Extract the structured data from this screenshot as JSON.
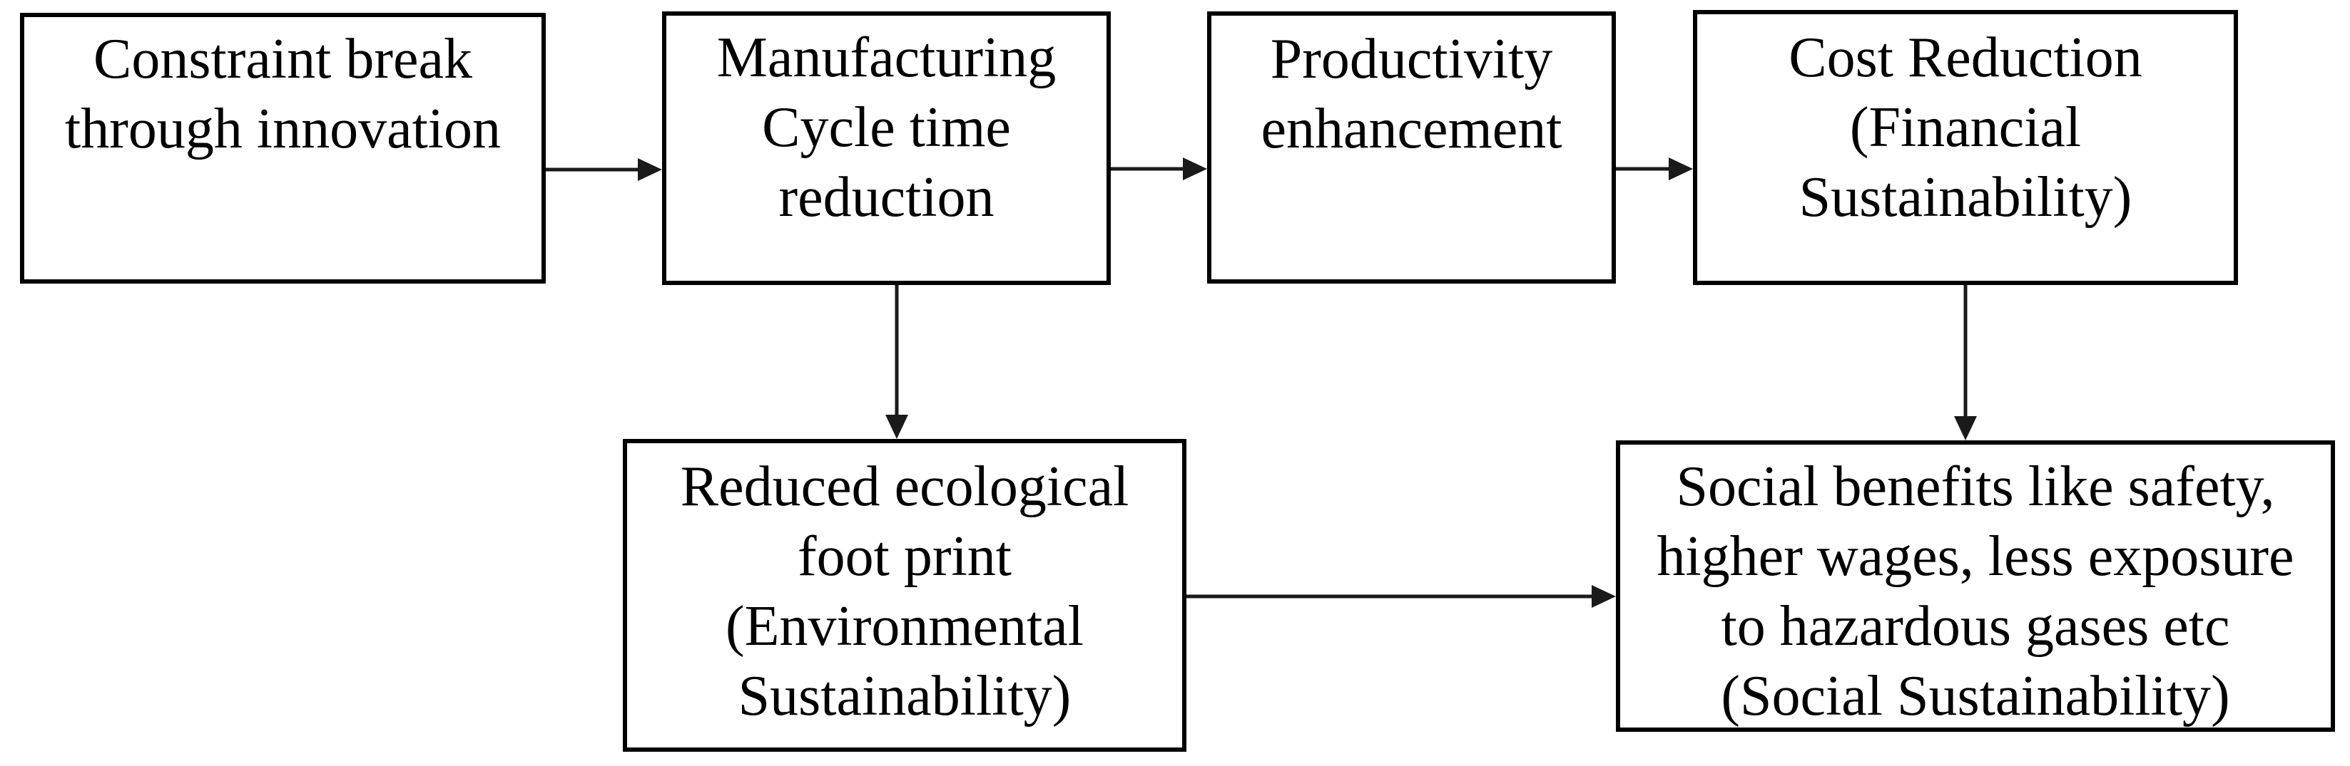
{
  "diagram": {
    "type": "flowchart",
    "background_color": "#ffffff",
    "box_border_color": "#000000",
    "text_color": "#000000",
    "arrow_color": "#1a1a1a",
    "nodes": [
      {
        "id": "constraint-breakthrough",
        "label": "Constraint break\nthrough innovation"
      },
      {
        "id": "cycle-time-reduction",
        "label": "Manufacturing\nCycle time\nreduction"
      },
      {
        "id": "productivity-enhancement",
        "label": "Productivity\nenhancement"
      },
      {
        "id": "cost-reduction",
        "label": "Cost Reduction\n(Financial\nSustainability)"
      },
      {
        "id": "ecological-footprint",
        "label": "Reduced ecological\nfoot print\n(Environmental\nSustainability)"
      },
      {
        "id": "social-benefits",
        "label": "Social benefits like safety,\nhigher wages, less exposure\nto hazardous gases etc\n(Social Sustainability)"
      }
    ],
    "edges": [
      {
        "from": "constraint-breakthrough",
        "to": "cycle-time-reduction",
        "direction": "right"
      },
      {
        "from": "cycle-time-reduction",
        "to": "productivity-enhancement",
        "direction": "right"
      },
      {
        "from": "productivity-enhancement",
        "to": "cost-reduction",
        "direction": "right"
      },
      {
        "from": "cycle-time-reduction",
        "to": "ecological-footprint",
        "direction": "down"
      },
      {
        "from": "cost-reduction",
        "to": "social-benefits",
        "direction": "down"
      },
      {
        "from": "ecological-footprint",
        "to": "social-benefits",
        "direction": "right"
      }
    ]
  }
}
